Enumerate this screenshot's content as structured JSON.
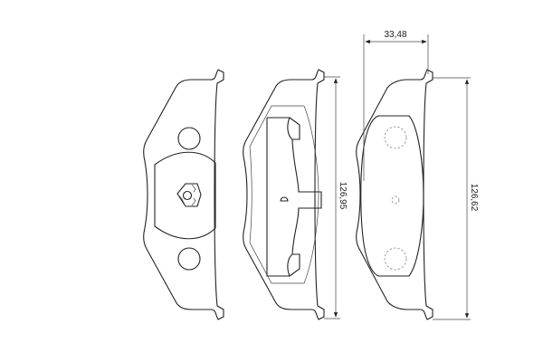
{
  "dimensions": {
    "pad_width": "33,48",
    "pad_height_backplate": "126,95",
    "pad_height_friction": "126,62"
  },
  "colors": {
    "line": "#222222",
    "hidden_line": "#888888",
    "background": "#ffffff"
  }
}
